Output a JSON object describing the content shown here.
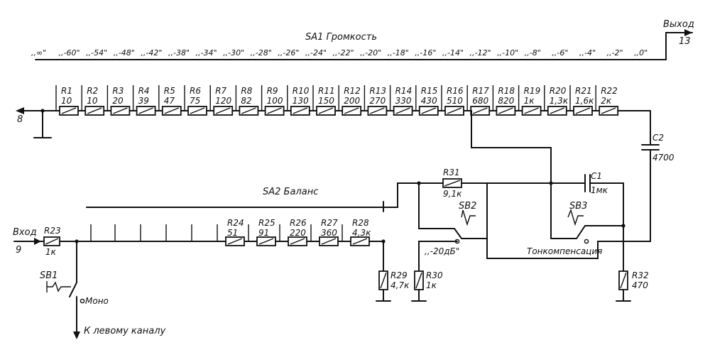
{
  "volume_switch": {
    "label": "SA1 Громкость",
    "positions": [
      ",,∞\"",
      ",,-60\"",
      ",,-54\"",
      ",,-48\"",
      ",,-42\"",
      ",,-38\"",
      ",,-34\"",
      ",,-30\"",
      ",,-28\"",
      ",,-26\"",
      ",,-24\"",
      ",,-22\"",
      ",,-20\"",
      ",,-18\"",
      ",,-16\"",
      ",,-14\"",
      ",,-12\"",
      ",,-10\"",
      ",,-8\"",
      ",,-6\"",
      ",,-4\"",
      ",,-2\"",
      ",,0\""
    ]
  },
  "output": {
    "label": "Выход",
    "pin": "13"
  },
  "ladder_input_pin": "8",
  "volume_resistors": [
    {
      "ref": "R1",
      "value": "10"
    },
    {
      "ref": "R2",
      "value": "10"
    },
    {
      "ref": "R3",
      "value": "20"
    },
    {
      "ref": "R4",
      "value": "39"
    },
    {
      "ref": "R5",
      "value": "47"
    },
    {
      "ref": "R6",
      "value": "75"
    },
    {
      "ref": "R7",
      "value": "120"
    },
    {
      "ref": "R8",
      "value": "82"
    },
    {
      "ref": "R9",
      "value": "100"
    },
    {
      "ref": "R10",
      "value": "130"
    },
    {
      "ref": "R11",
      "value": "150"
    },
    {
      "ref": "R12",
      "value": "200"
    },
    {
      "ref": "R13",
      "value": "270"
    },
    {
      "ref": "R14",
      "value": "330"
    },
    {
      "ref": "R15",
      "value": "430"
    },
    {
      "ref": "R16",
      "value": "510"
    },
    {
      "ref": "R17",
      "value": "680"
    },
    {
      "ref": "R18",
      "value": "820"
    },
    {
      "ref": "R19",
      "value": "1к"
    },
    {
      "ref": "R20",
      "value": "1,3к"
    },
    {
      "ref": "R21",
      "value": "1,6к"
    },
    {
      "ref": "R22",
      "value": "2к"
    }
  ],
  "c2": {
    "ref": "C2",
    "value": "4700"
  },
  "c1": {
    "ref": "C1",
    "value": "1мк"
  },
  "balance_switch": {
    "label": "SA2 Баланс"
  },
  "input": {
    "label": "Вход",
    "pin": "9"
  },
  "r23": {
    "ref": "R23",
    "value": "1к"
  },
  "balance_resistors": [
    {
      "ref": "R24",
      "value": "51"
    },
    {
      "ref": "R25",
      "value": "91"
    },
    {
      "ref": "R26",
      "value": "220"
    },
    {
      "ref": "R27",
      "value": "360"
    },
    {
      "ref": "R28",
      "value": "4,3к"
    }
  ],
  "r29": {
    "ref": "R29",
    "value": "4,7к"
  },
  "r30": {
    "ref": "R30",
    "value": "1к"
  },
  "r31": {
    "ref": "R31",
    "value": "9,1к"
  },
  "r32": {
    "ref": "R32",
    "value": "470"
  },
  "sb1": {
    "ref": "SB1",
    "state": "Моно"
  },
  "sb2": {
    "ref": "SB2",
    "label": ",,-20дБ\""
  },
  "sb3": {
    "ref": "SB3",
    "label": "Тонкомпенсация"
  },
  "to_left_channel": "К левому каналу"
}
